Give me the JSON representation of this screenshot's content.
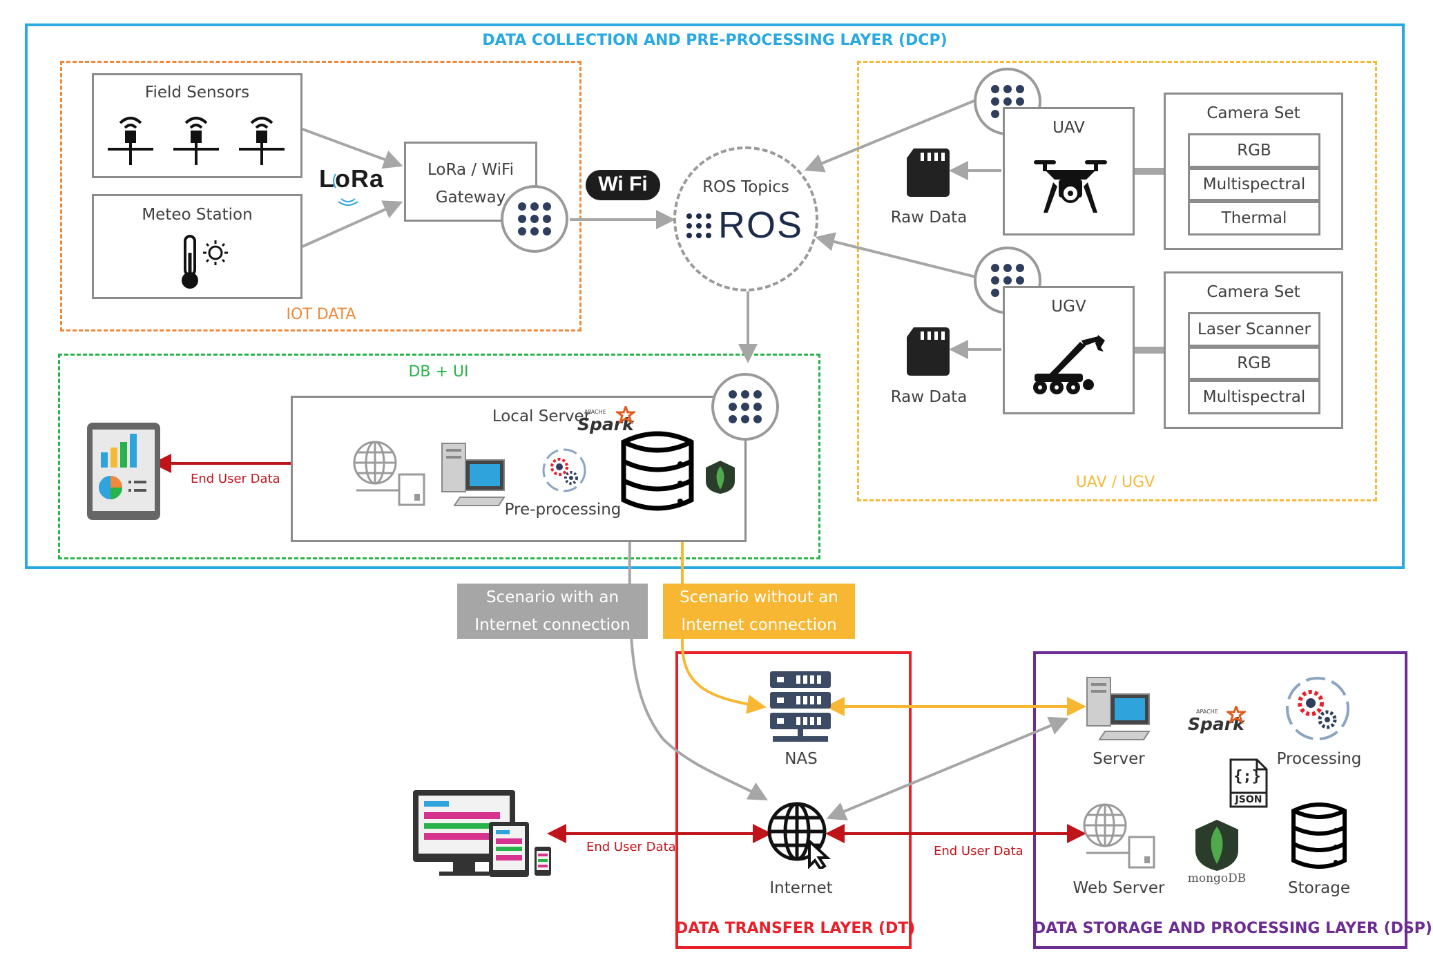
{
  "layers": {
    "dcp": "DATA COLLECTION AND PRE-PROCESSING LAYER (DCP)",
    "iot": "IOT DATA",
    "db_ui": "DB + UI",
    "uav_ugv": "UAV / UGV",
    "dt": "DATA TRANSFER LAYER (DT)",
    "dsp": "DATA STORAGE AND PROCESSING LAYER (DSP)"
  },
  "iot": {
    "field_sensors": "Field Sensors",
    "meteo_station": "Meteo Station",
    "lora_logo": "LoRa",
    "gateway_line1": "LoRa / WiFi",
    "gateway_line2": "Gateway",
    "wifi_logo": "Wi Fi"
  },
  "ros": {
    "topics": "ROS Topics",
    "logo": "ROS"
  },
  "uav": {
    "label": "UAV",
    "raw_data": "Raw Data",
    "camera_set": "Camera Set",
    "cameras": [
      "RGB",
      "Multispectral",
      "Thermal"
    ]
  },
  "ugv": {
    "label": "UGV",
    "raw_data": "Raw Data",
    "camera_set": "Camera Set",
    "cameras": [
      "Laser Scanner",
      "RGB",
      "Multispectral"
    ]
  },
  "local": {
    "server": "Local Server",
    "spark": "Spark",
    "apache": "APACHE",
    "preprocessing": "Pre-processing",
    "end_user_data": "End User Data"
  },
  "scenarios": {
    "with_line1": "Scenario with an",
    "with_line2": "Internet connection",
    "without_line1": "Scenario without an",
    "without_line2": "Internet connection"
  },
  "dt": {
    "nas": "NAS",
    "internet": "Internet",
    "end_user_left": "End User Data",
    "end_user_right": "End User Data"
  },
  "dsp": {
    "server": "Server",
    "spark": "Spark",
    "apache": "APACHE",
    "processing": "Processing",
    "json": "JSON",
    "web_server": "Web Server",
    "mongodb": "mongoDB",
    "storage": "Storage"
  },
  "colors": {
    "dcp": "#29a9e1",
    "iot": "#f0883a",
    "db_ui": "#27b34a",
    "uav_ugv": "#f5b935",
    "dt": "#e8202a",
    "dsp": "#6c2c91",
    "gray_arrow": "#a6a6a6",
    "yellow_arrow": "#f7b733",
    "red_arrow": "#c0141b",
    "hub_dots": "#2e3e5c"
  }
}
